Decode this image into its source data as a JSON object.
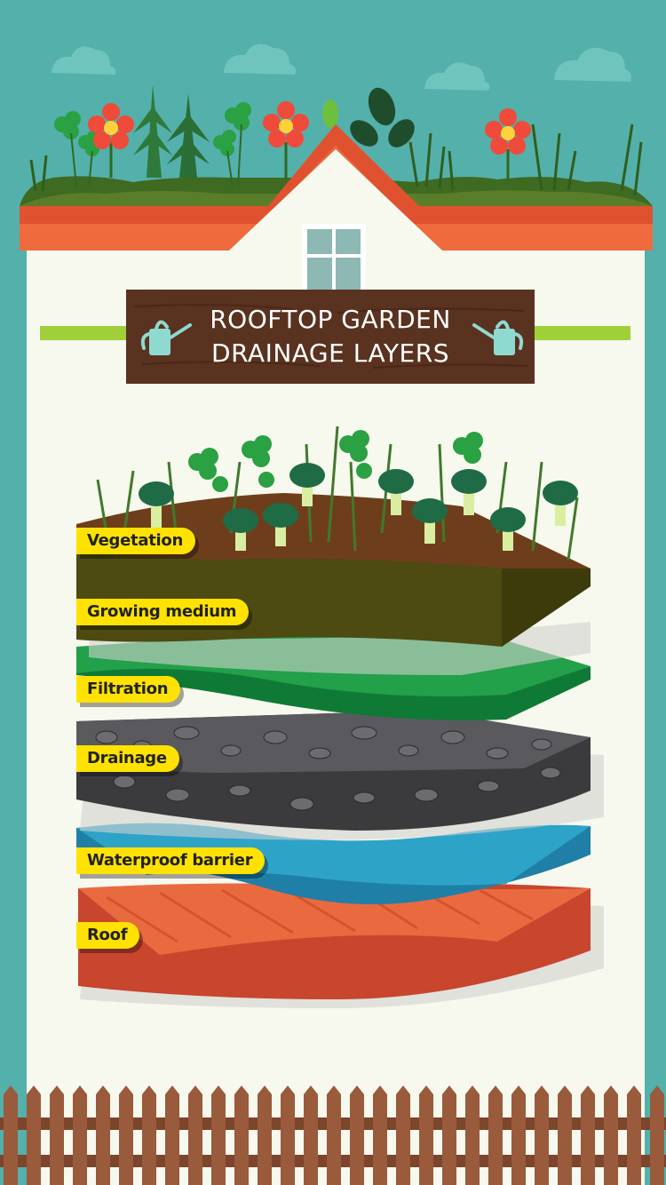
{
  "title": {
    "line1": "ROOFTOP GARDEN",
    "line2": "DRAINAGE LAYERS"
  },
  "layers": [
    {
      "label": "Vegetation",
      "color": "#2e8b3a"
    },
    {
      "label": "Growing medium",
      "color": "#5c4a12"
    },
    {
      "label": "Filtration",
      "color": "#22a04a"
    },
    {
      "label": "Drainage",
      "color": "#3b3b3e"
    },
    {
      "label": "Waterproof barrier",
      "color": "#2da3c8"
    },
    {
      "label": "Roof",
      "color": "#c8452e"
    }
  ],
  "colors": {
    "sky": "#54b0ab",
    "wall": "#f7f8ee",
    "roof_trim": "#ef6a3d",
    "sign": "#5a3220",
    "label_tag": "#ffe200",
    "fence": "#9a5a3c",
    "accent_line": "#9fd03a"
  },
  "icons": [
    "cloud-icon",
    "flower-icon",
    "window-icon",
    "watering-can-icon",
    "plant-icon",
    "fence-icon"
  ]
}
